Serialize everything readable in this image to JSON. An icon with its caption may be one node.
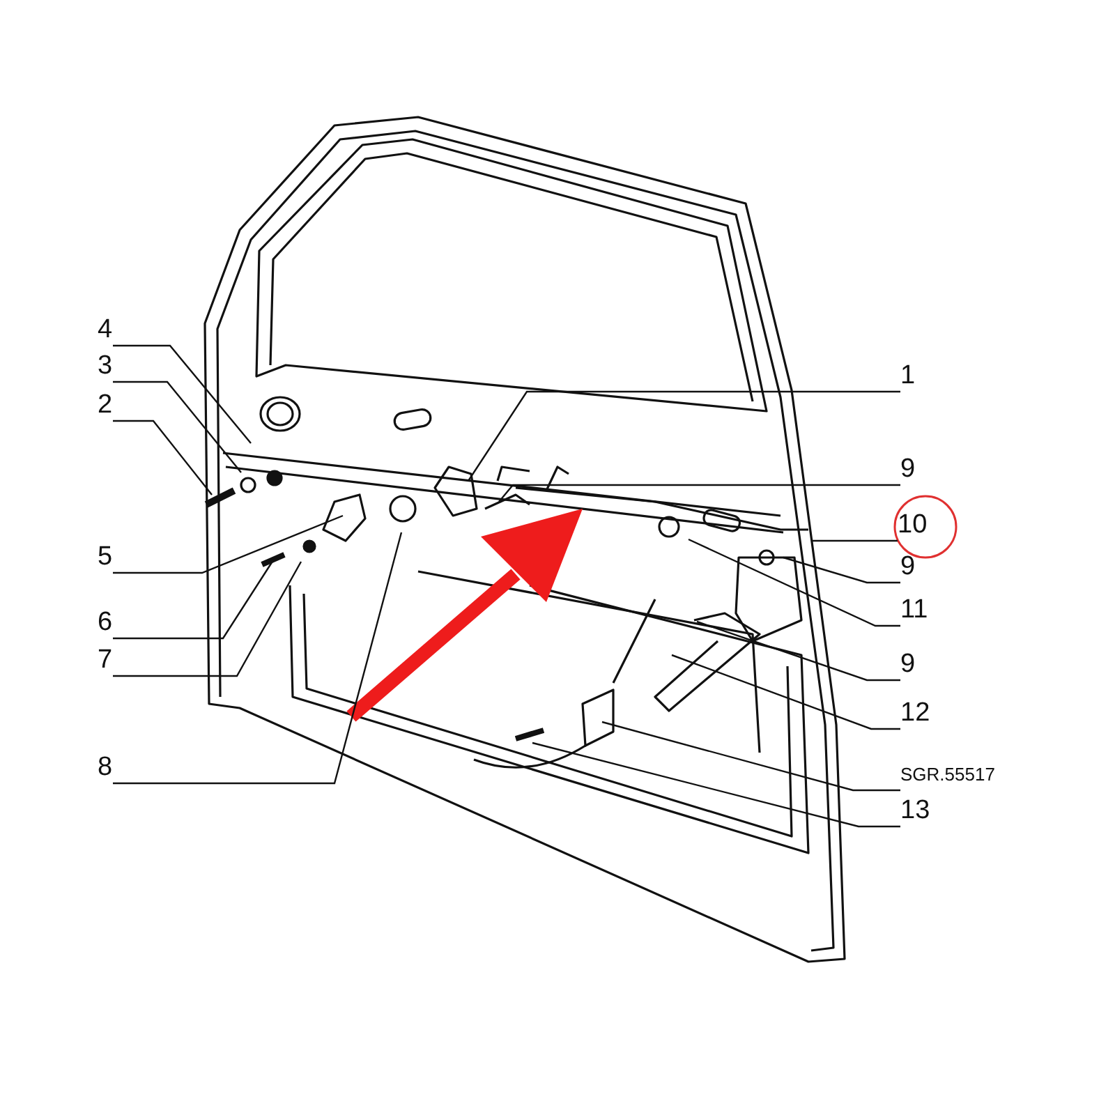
{
  "diagram": {
    "nodes": [
      {
        "text": [
          "4"
        ]
      },
      {
        "text": [
          "3"
        ]
      },
      {
        "text": [
          "1"
        ]
      },
      {
        "text": [
          "2"
        ]
      },
      {
        "text": [
          "9"
        ]
      },
      {
        "text": [
          "10"
        ]
      },
      {
        "text": [
          "5"
        ]
      },
      {
        "text": [
          "9"
        ]
      },
      {
        "text": [
          "11"
        ]
      },
      {
        "text": [
          "6"
        ]
      },
      {
        "text": [
          "7"
        ]
      },
      {
        "text": [
          "9"
        ]
      },
      {
        "text": [
          "12"
        ]
      },
      {
        "text": [
          "SGR.55517"
        ]
      },
      {
        "text": [
          "8"
        ]
      },
      {
        "text": [
          "13"
        ]
      }
    ],
    "edges": [
      {
        "from": 0,
        "to": null,
        "arrow": "none"
      },
      {
        "from": 1,
        "to": null,
        "arrow": "none"
      },
      {
        "from": 2,
        "to": null,
        "arrow": "none"
      },
      {
        "from": 3,
        "to": null,
        "arrow": "none"
      },
      {
        "from": 4,
        "to": null,
        "arrow": "none"
      },
      {
        "from": 5,
        "to": null,
        "arrow": "none"
      },
      {
        "from": 6,
        "to": null,
        "arrow": "none"
      },
      {
        "from": 7,
        "to": null,
        "arrow": "none"
      },
      {
        "from": 8,
        "to": null,
        "arrow": "none"
      },
      {
        "from": 9,
        "to": null,
        "arrow": "none"
      },
      {
        "from": 10,
        "to": null,
        "arrow": "none"
      },
      {
        "from": 11,
        "to": null,
        "arrow": "none"
      },
      {
        "from": 12,
        "to": null,
        "arrow": "none"
      },
      {
        "from": 13,
        "to": null,
        "arrow": "none"
      },
      {
        "from": 14,
        "to": null,
        "arrow": "none"
      },
      {
        "from": 15,
        "to": null,
        "arrow": "none"
      }
    ]
  }
}
